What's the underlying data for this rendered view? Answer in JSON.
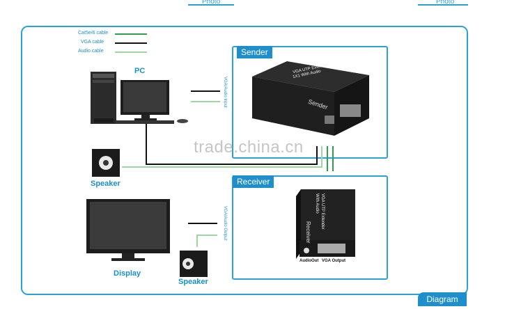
{
  "tabs": {
    "left": "Photo",
    "right": "Photo"
  },
  "legend": [
    {
      "label": "Cat5e/6 cable",
      "color": "#2ba14a"
    },
    {
      "label": "VGA cable",
      "color": "#111111"
    },
    {
      "label": "Audio cable",
      "color": "#9fd6a0"
    }
  ],
  "sender": {
    "title": "Sender",
    "device_text_1": "VGA UTP Extender",
    "device_text_2": "1X1  With Audio",
    "device_face": "Sender",
    "port_label": "VGA/Audio Input"
  },
  "receiver": {
    "title": "Receiver",
    "device_text_1": "VGA UTP Extender",
    "device_text_2": "With Audio",
    "device_face": "Receiver",
    "audio_out": "AudioOut",
    "vga_out": "VGA Output",
    "port_label": "VGA/Audio Output"
  },
  "devices": {
    "pc": "PC",
    "speaker_top": "Speaker",
    "display": "Display",
    "speaker_bottom": "Speaker"
  },
  "watermark": "trade.china.cn",
  "footer": {
    "diagram": "Diagram"
  },
  "colors": {
    "accent": "#2aa2d8",
    "label_bg": "#1f8fcb",
    "cat_cable": "#2ba14a",
    "vga_cable": "#111111",
    "audio_cable": "#9fd6a0"
  }
}
